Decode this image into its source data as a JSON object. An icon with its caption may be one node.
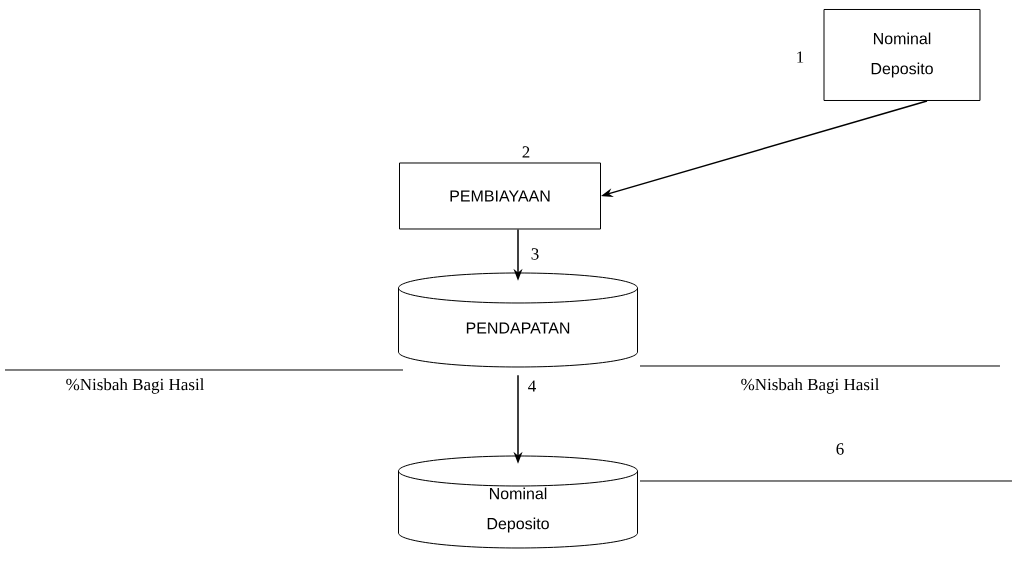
{
  "diagram": {
    "nodes": [
      {
        "text": [
          "Nominal Deposito"
        ]
      },
      {
        "text": [
          "PEMBIAYAAN"
        ]
      },
      {
        "text": [
          "PENDAPATAN"
        ]
      },
      {
        "text": [
          "Nominal Deposito"
        ]
      }
    ],
    "edges": [
      {
        "from": 0,
        "to": 1,
        "arrow": "to"
      },
      {
        "from": 1,
        "to": 2,
        "arrow": "to"
      },
      {
        "from": 2,
        "to": 3,
        "arrow": "to"
      }
    ],
    "labels": [
      "1",
      "2",
      "3",
      "%Nisbah Bagi Hasil",
      "4",
      "%Nisbah Bagi Hasil",
      "6"
    ]
  }
}
